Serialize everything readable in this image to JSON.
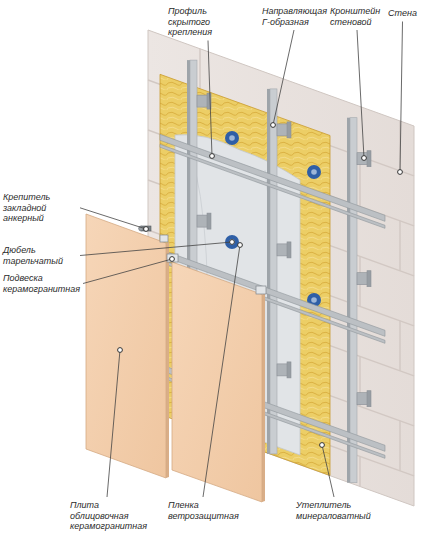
{
  "diagram": {
    "labels": [
      "Профиль скрытого крепления",
      "Направляющая Г-образная",
      "Кронштейн стеновой",
      "Стена",
      "Крепитель закладной анкерный",
      "Дюбель тарельчатый",
      "Подвеска керамогранитная",
      "Плита облицовочная керамогранитная",
      "Пленка ветрозащитная",
      "Утеплитель минераловатный"
    ]
  }
}
